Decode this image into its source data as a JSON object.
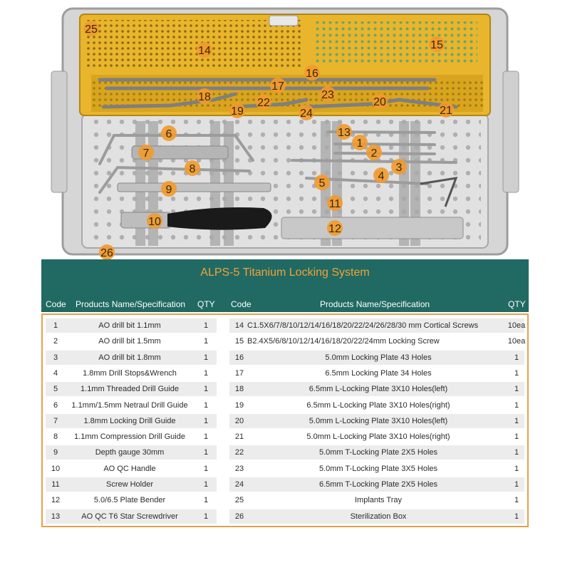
{
  "photo": {
    "callouts": [
      "25",
      "14",
      "15",
      "16",
      "17",
      "18",
      "19",
      "22",
      "23",
      "24",
      "20",
      "21",
      "6",
      "13",
      "1",
      "2",
      "7",
      "3",
      "8",
      "4",
      "5",
      "9",
      "11",
      "10",
      "12",
      "26"
    ],
    "colors": {
      "tray_yellow": "#e9b52c",
      "tray_gray": "#c9c9c9",
      "callout": "#f29a2e",
      "handle": "#1a1a1a"
    }
  },
  "table": {
    "title": "ALPS-5 Titanium Locking System",
    "headers": {
      "code": "Code",
      "name": "Products Name/Specification",
      "qty": "QTY"
    },
    "left": [
      {
        "code": "1",
        "name": "AO drill bit 1.1mm",
        "qty": "1"
      },
      {
        "code": "2",
        "name": "AO drill bit 1.5mm",
        "qty": "1"
      },
      {
        "code": "3",
        "name": "AO drill bit 1.8mm",
        "qty": "1"
      },
      {
        "code": "4",
        "name": "1.8mm Drill Stops&Wrench",
        "qty": "1"
      },
      {
        "code": "5",
        "name": "1.1mm Threaded Drill Guide",
        "qty": "1"
      },
      {
        "code": "6",
        "name": "1.1mm/1.5mm Netraul Drill Guide",
        "qty": "1"
      },
      {
        "code": "7",
        "name": "1.8mm Locking Drill Guide",
        "qty": "1"
      },
      {
        "code": "8",
        "name": "1.1mm Compression Drill Guide",
        "qty": "1"
      },
      {
        "code": "9",
        "name": "Depth gauge 30mm",
        "qty": "1"
      },
      {
        "code": "10",
        "name": "AO QC Handle",
        "qty": "1"
      },
      {
        "code": "11",
        "name": "Screw Holder",
        "qty": "1"
      },
      {
        "code": "12",
        "name": "5.0/6.5 Plate Bender",
        "qty": "1"
      },
      {
        "code": "13",
        "name": "AO QC T6 Star Screwdriver",
        "qty": "1"
      }
    ],
    "right": [
      {
        "code": "14",
        "name": "C1.5X6/7/8/10/12/14/16/18/20/22/24/26/28/30 mm Cortical Screws",
        "qty": "10ea"
      },
      {
        "code": "15",
        "name": "B2.4X5/6/8/10/12/14/16/18/20/22/24mm Locking Screw",
        "qty": "10ea"
      },
      {
        "code": "16",
        "name": "5.0mm Locking Plate 43 Holes",
        "qty": "1"
      },
      {
        "code": "17",
        "name": "6.5mm Locking Plate 34 Holes",
        "qty": "1"
      },
      {
        "code": "18",
        "name": "6.5mm L-Locking Plate 3X10 Holes(left)",
        "qty": "1"
      },
      {
        "code": "19",
        "name": "6.5mm L-Locking Plate 3X10 Holes(right)",
        "qty": "1"
      },
      {
        "code": "20",
        "name": "5.0mm L-Locking Plate 3X10 Holes(left)",
        "qty": "1"
      },
      {
        "code": "21",
        "name": "5.0mm L-Locking Plate 3X10 Holes(right)",
        "qty": "1"
      },
      {
        "code": "22",
        "name": "5.0mm T-Locking Plate 2X5 Holes",
        "qty": "1"
      },
      {
        "code": "23",
        "name": "5.0mm T-Locking Plate 3X5 Holes",
        "qty": "1"
      },
      {
        "code": "24",
        "name": "6.5mm T-Locking Plate 2X5 Holes",
        "qty": "1"
      },
      {
        "code": "25",
        "name": "Implants Tray",
        "qty": "1"
      },
      {
        "code": "26",
        "name": "Sterilization Box",
        "qty": "1"
      }
    ]
  }
}
